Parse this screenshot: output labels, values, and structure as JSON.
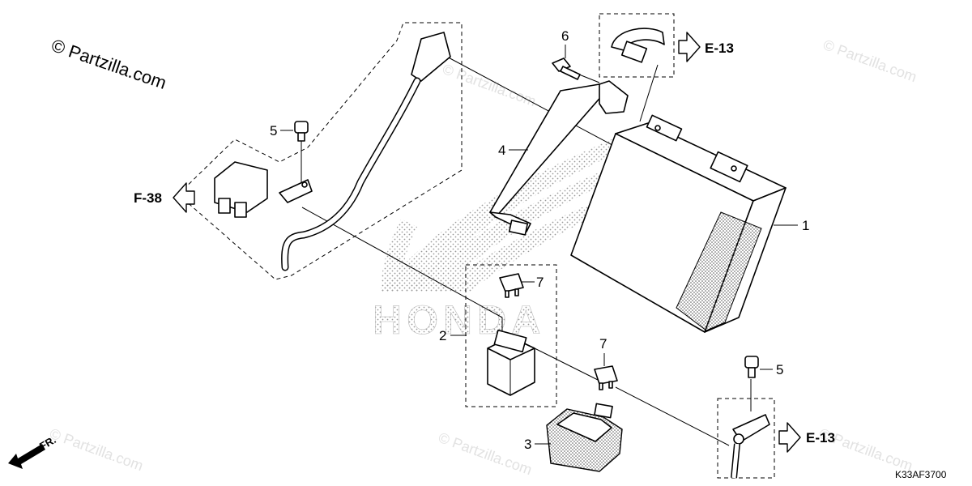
{
  "watermarks": {
    "main": "© Partzilla.com",
    "faint": "© Partzilla.com"
  },
  "brand_mark": "HONDA",
  "callouts": {
    "c1": "1",
    "c2": "2",
    "c3": "3",
    "c4": "4",
    "c5a": "5",
    "c5b": "5",
    "c6": "6",
    "c7a": "7",
    "c7b": "7"
  },
  "references": {
    "e13_top": "E-13",
    "e13_bottom": "E-13",
    "f38": "F-38"
  },
  "front_indicator": "FR.",
  "diagram_code": "K33AF3700",
  "colors": {
    "line": "#000000",
    "watermark": "#e2e2e2",
    "background": "#ffffff"
  }
}
